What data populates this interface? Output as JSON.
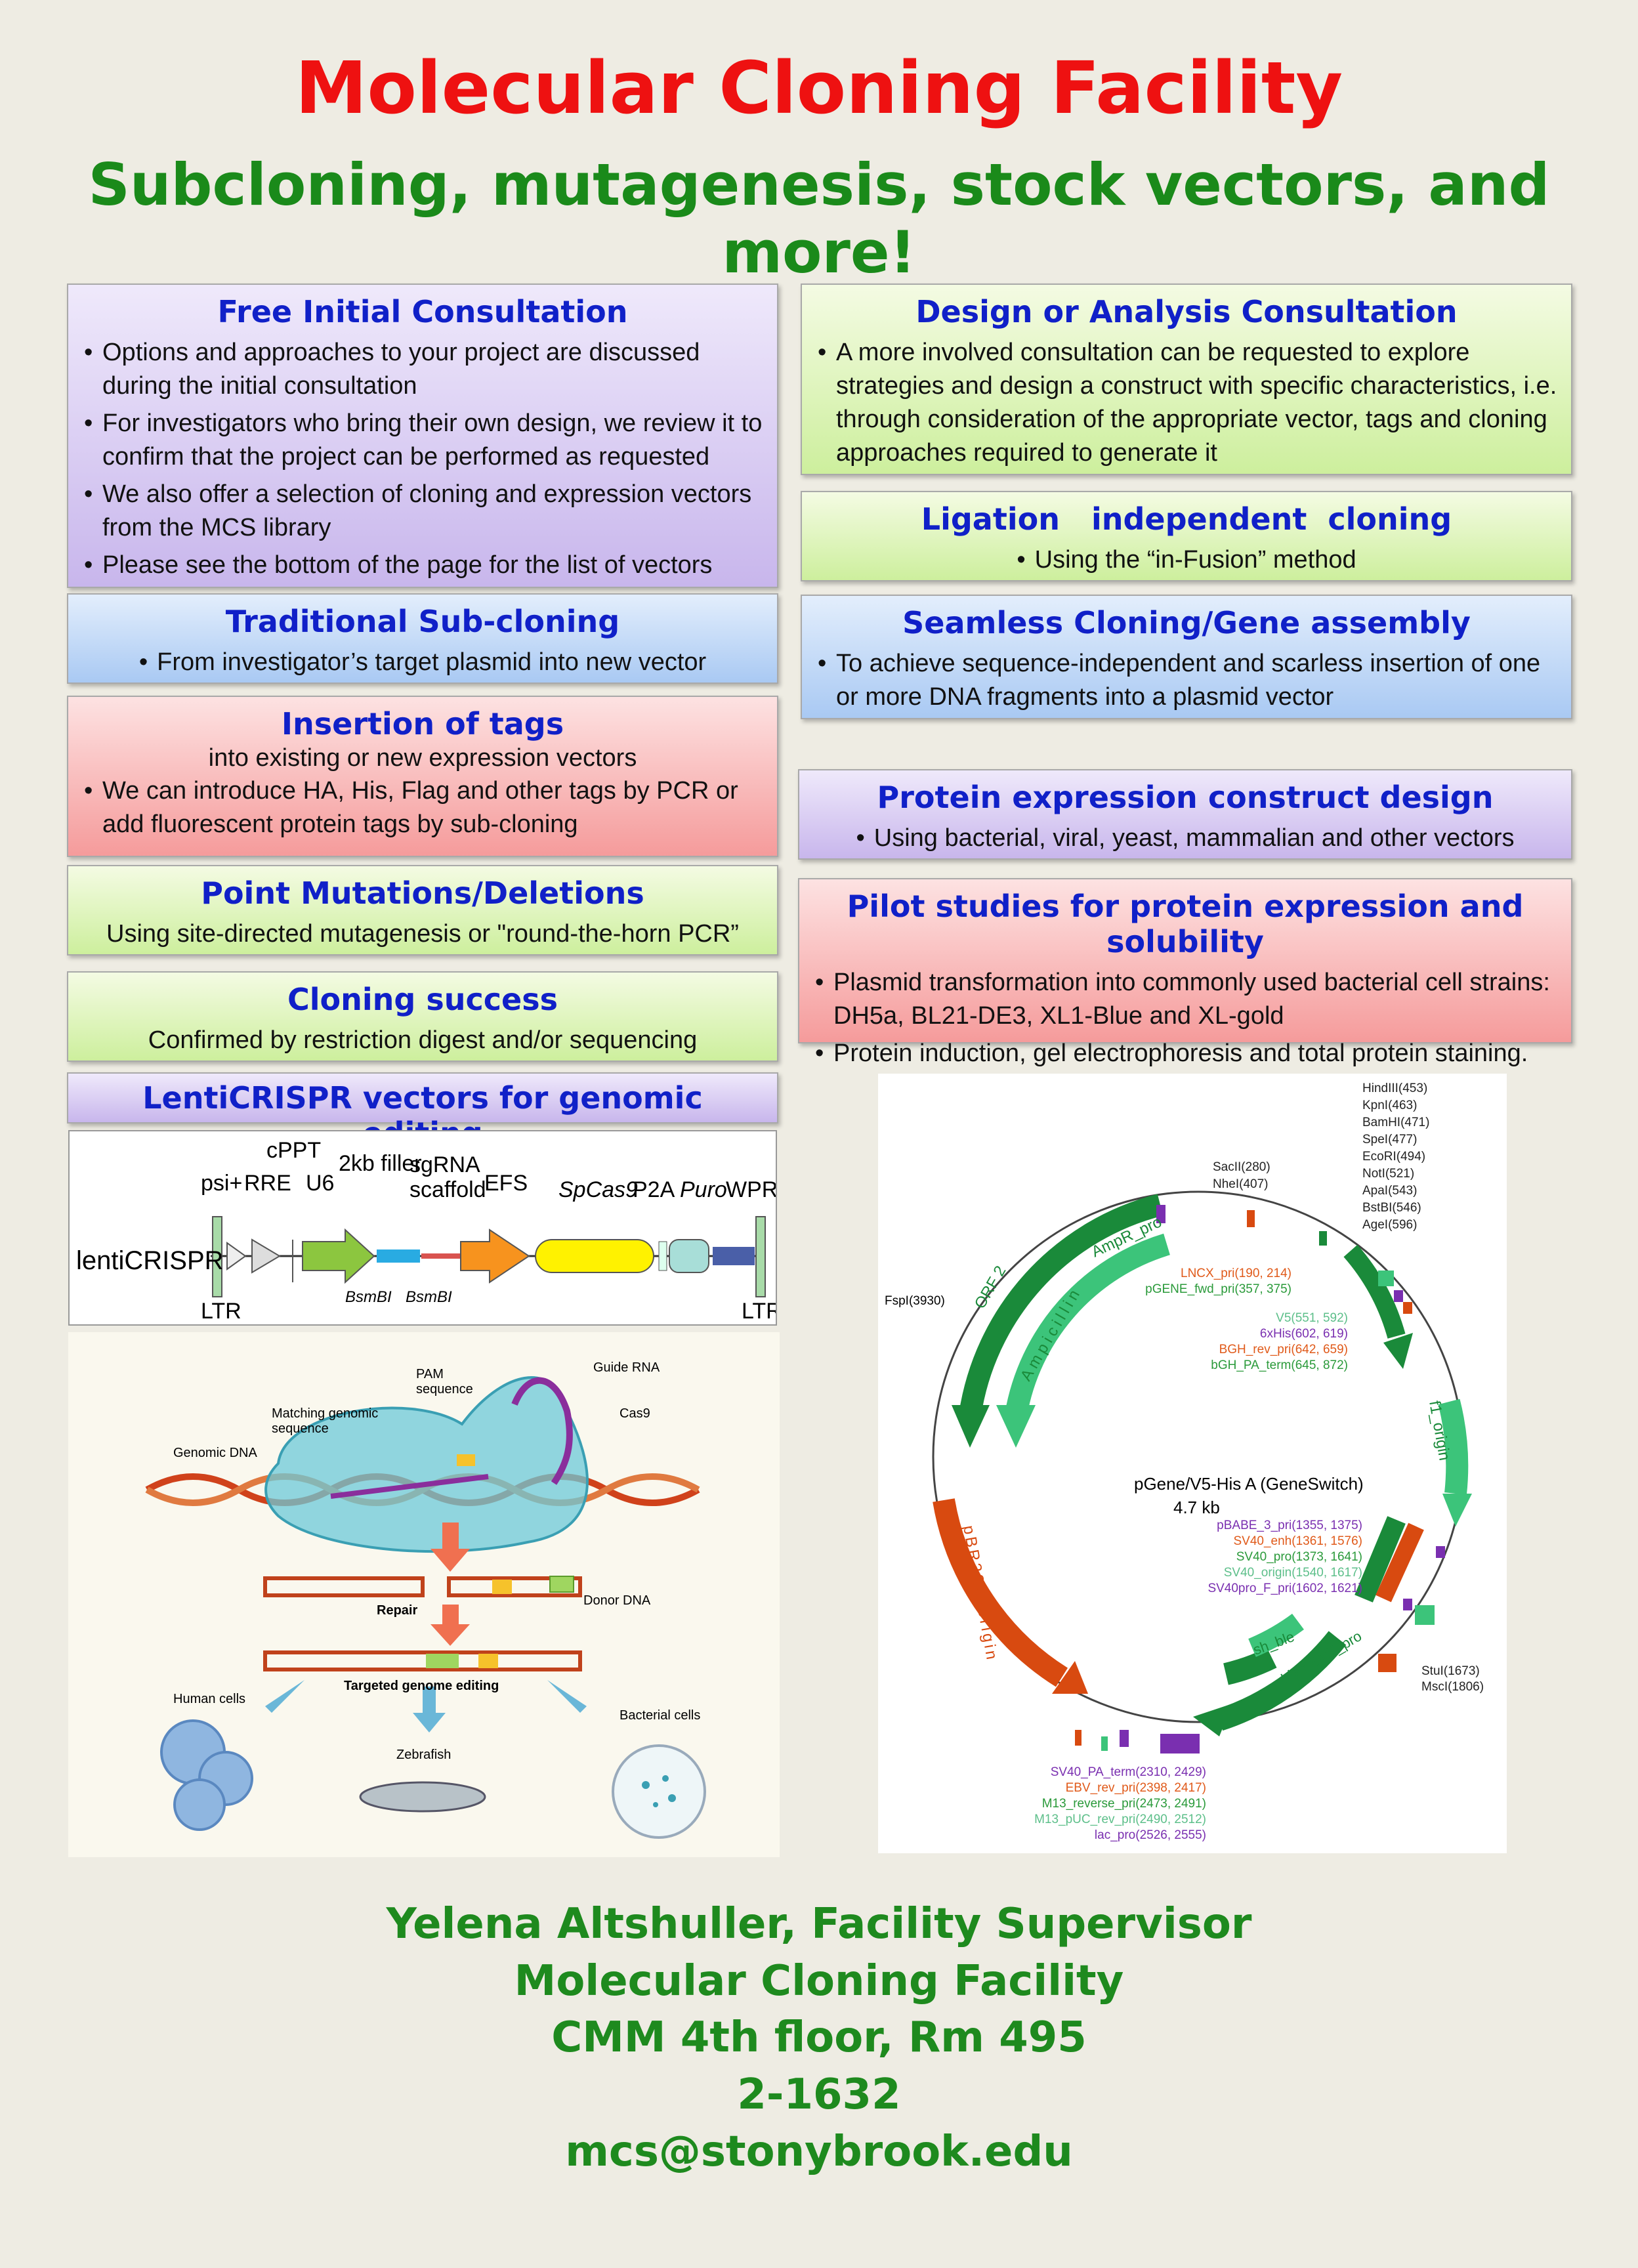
{
  "header": {
    "title": "Molecular Cloning Facility",
    "subtitle": "Subcloning, mutagenesis, stock vectors, and more!"
  },
  "left_boxes": {
    "consultation": {
      "title": "Free Initial Consultation",
      "bullets": [
        "Options and approaches to your project are discussed during the initial consultation",
        "For investigators who bring their own design, we review it to confirm that the project can be performed as requested",
        "We also offer a selection of cloning and expression vectors from the MCS library",
        "Please see the bottom of the page for the list of vectors"
      ]
    },
    "subcloning": {
      "title": "Traditional Sub-cloning",
      "bullet": "From investigator’s  target plasmid into new vector"
    },
    "tags": {
      "title": "Insertion of tags",
      "subtitle": "into existing or new expression vectors",
      "bullet": "We can introduce HA, His, Flag and other tags by PCR or add fluorescent protein tags by sub-cloning"
    },
    "mutations": {
      "title": "Point Mutations/Deletions",
      "text": "Using site-directed mutagenesis or \"round-the-horn PCR”"
    },
    "success": {
      "title": "Cloning success",
      "text": "Confirmed by restriction digest and/or sequencing"
    },
    "lenticrispr": {
      "title": "LentiCRISPR vectors for genomic editing"
    }
  },
  "right_boxes": {
    "design": {
      "title": "Design or Analysis Consultation",
      "bullet": " A more involved consultation can be requested to explore strategies and design a construct with specific characteristics, i.e. through consideration of the appropriate vector, tags and cloning approaches required to generate it"
    },
    "ligation": {
      "title": "Ligation   independent  cloning",
      "bullet": "Using the “in-Fusion” method"
    },
    "seamless": {
      "title": "Seamless Cloning/Gene assembly",
      "bullet": "To achieve sequence-independent and scarless insertion of one or more DNA fragments into a plasmid vector"
    },
    "protein": {
      "title": "Protein expression construct design",
      "bullet": "Using bacterial, viral, yeast, mammalian and other vectors"
    },
    "pilot": {
      "title": "Pilot studies for protein expression and solubility",
      "bullets": [
        "Plasmid transformation into commonly used bacterial cell strains: DH5a, BL21-DE3, XL1-Blue and XL-gold",
        "Protein induction, gel electrophoresis and total protein staining."
      ]
    }
  },
  "lenti_map": {
    "name": "lentiCRISPR",
    "labels": {
      "psi": "psi+",
      "rre": "RRE",
      "cppt": "cPPT",
      "u6": "U6",
      "filler": "2kb filler",
      "sgrna": "sgRNA",
      "scaffold": "scaffold",
      "efs": "EFS",
      "cas9": "SpCas9",
      "p2a": "P2A",
      "puro": "Puro",
      "wpre": "WPRE",
      "ltr_left": "LTR",
      "ltr_right": "LTR",
      "bsmbi_1": "BsmBI",
      "bsmbi_2": "BsmBI"
    },
    "colors": {
      "u6": "#8cc63f",
      "filler": "#29abe2",
      "efs": "#f7931e",
      "cas9": "#fff200",
      "p2a": "#a8ded8",
      "puro": "#4a5fa8",
      "sgrna": "#d9534f"
    }
  },
  "crispr_figure": {
    "labels": {
      "pam": "PAM\nsequence",
      "guide": "Guide RNA",
      "matching": "Matching genomic\nsequence",
      "cas9": "Cas9",
      "genomic": "Genomic DNA",
      "donor": "Donor DNA",
      "repair": "Repair",
      "targeted": "Targeted genome editing",
      "human": "Human cells",
      "zebrafish": "Zebrafish",
      "bacterial": "Bacterial cells"
    }
  },
  "plasmid_map": {
    "name": "pGene/V5-His A (GeneSwitch)",
    "size": "4.7 kb",
    "features": {
      "ampr_pro": "AmpR_pro",
      "ampicillin": "Ampicillin",
      "orf2": "ORF 2",
      "f1_origin": "f1_origin",
      "pbr322_origin": "pBR322_origin",
      "sh_ble": "sh_ble",
      "bleo_em7": "bleo EM7_pro"
    },
    "top_sites": [
      "HindIII(453)",
      "KpnI(463)",
      "BamHI(471)",
      "SpeI(477)",
      "EcoRI(494)",
      "NotI(521)",
      "ApaI(543)",
      "BstBI(546)",
      "AgeI(596)"
    ],
    "sac_sites": [
      "SacII(280)",
      "NheI(407)"
    ],
    "fsp": "FspI(3930)",
    "primers_top": [
      {
        "t": "LNCX_pri(190, 214)",
        "c": "#e05a1a"
      },
      {
        "t": "pGENE_fwd_pri(357, 375)",
        "c": "#2a9a3a"
      }
    ],
    "primers_mid": [
      {
        "t": "V5(551, 592)",
        "c": "#5dbf8a"
      },
      {
        "t": "6xHis(602, 619)",
        "c": "#7a2fb0"
      },
      {
        "t": "BGH_rev_pri(642, 659)",
        "c": "#e05a1a"
      },
      {
        "t": "bGH_PA_term(645, 872)",
        "c": "#2a9a3a"
      }
    ],
    "primers_right": [
      {
        "t": "pBABE_3_pri(1355, 1375)",
        "c": "#7a2fb0"
      },
      {
        "t": "SV40_enh(1361, 1576)",
        "c": "#e05a1a"
      },
      {
        "t": "SV40_pro(1373, 1641)",
        "c": "#2a9a3a"
      },
      {
        "t": "SV40_origin(1540, 1617)",
        "c": "#5dbf8a"
      },
      {
        "t": "SV40pro_F_pri(1602, 1621)",
        "c": "#7a2fb0"
      }
    ],
    "stu_sites": [
      "StuI(1673)",
      "MscI(1806)"
    ],
    "primers_bottom": [
      {
        "t": "SV40_PA_term(2310, 2429)",
        "c": "#7a2fb0"
      },
      {
        "t": "EBV_rev_pri(2398, 2417)",
        "c": "#e05a1a"
      },
      {
        "t": "M13_reverse_pri(2473, 2491)",
        "c": "#2a9a3a"
      },
      {
        "t": "M13_pUC_rev_pri(2490, 2512)",
        "c": "#5dbf8a"
      },
      {
        "t": "lac_pro(2526, 2555)",
        "c": "#7a2fb0"
      }
    ],
    "colors": {
      "dark_green": "#1a8a3a",
      "light_green": "#3cc47a",
      "orange": "#d84a10",
      "purple": "#7a2fb0"
    }
  },
  "footer": {
    "line1": "Yelena Altshuller, Facility Supervisor",
    "line2": "Molecular Cloning Facility",
    "line3": "CMM 4th floor, Rm 495",
    "line4": "2-1632",
    "line5": "mcs@stonybrook.edu"
  }
}
